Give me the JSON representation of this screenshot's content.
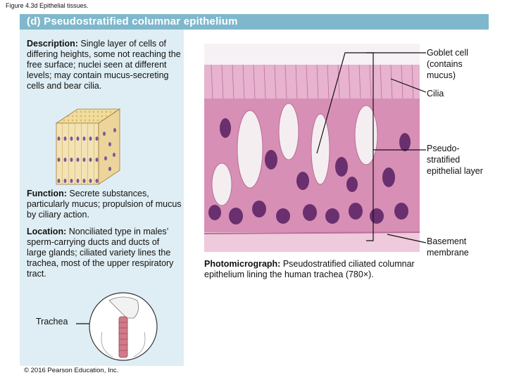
{
  "figure_caption": "Figure 4.3d Epithelial tissues.",
  "header": {
    "title": "(d) Pseudostratified columnar epithelium"
  },
  "description": {
    "label": "Description:",
    "text": " Single layer of cells of differing heights, some not reaching the free surface; nuclei seen at different levels; may contain mucus-secreting cells and bear cilia."
  },
  "function": {
    "label": "Function:",
    "text": " Secrete substances, particularly mucus; propulsion of mucus by ciliary action."
  },
  "location": {
    "label": "Location:",
    "text": " Nonciliated type in males’ sperm-carrying ducts and ducts of large glands; ciliated variety lines the trachea, most of the upper respiratory tract."
  },
  "trachea_label": "Trachea",
  "photo_caption": {
    "label": "Photomicrograph:",
    "text": " Pseudostratified ciliated columnar epithelium lining the human trachea (780×)."
  },
  "labels": {
    "goblet": "Goblet cell (contains mucus)",
    "cilia": "Cilia",
    "pseudo": "Pseudo- stratified epithelial layer",
    "basement": "Basement membrane"
  },
  "copyright": "© 2016 Pearson Education, Inc.",
  "colors": {
    "header": "#7fb8cc",
    "left_panel": "#dfeef4",
    "tissue_pink": "#d88fb5",
    "nucleus": "#6a2f6e"
  }
}
